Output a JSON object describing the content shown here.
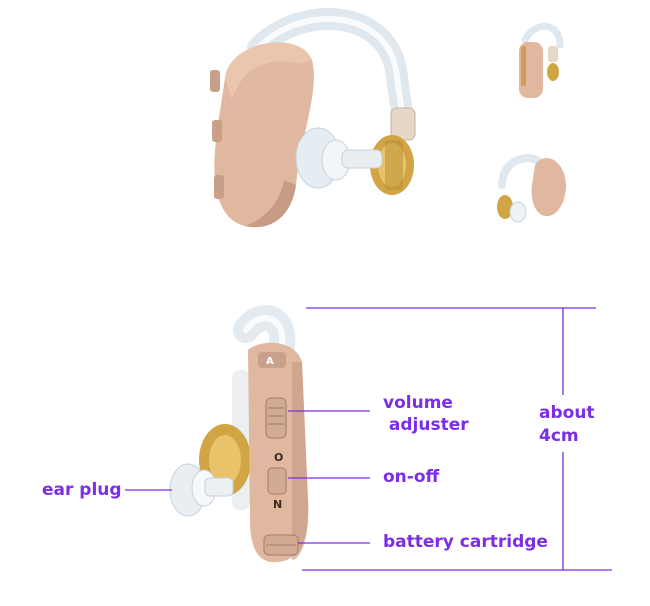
{
  "colors": {
    "label": "#7b2ee6",
    "line": "#7b2ee6",
    "device_skin": "#e0b79f",
    "device_shadow": "#b88a73",
    "brass": "#d2a544",
    "tube": "#dfe8ef"
  },
  "labels": {
    "volume_line1": "volume",
    "volume_line2": " adjuster",
    "onoff": "on-off",
    "battery": "battery cartridge",
    "earplug": "ear plug",
    "size_line1": "about",
    "size_line2": "4cm"
  },
  "device_marks": {
    "top_badge": "A",
    "switch_o": "O",
    "switch_n": "N"
  }
}
